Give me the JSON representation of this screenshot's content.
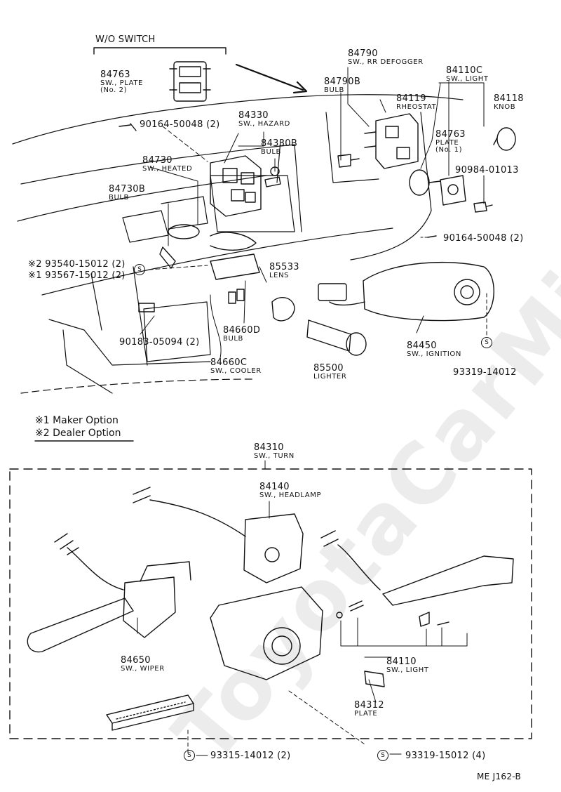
{
  "header": {
    "wo_switch": "W/O SWITCH"
  },
  "parts": {
    "p84763a": {
      "num": "84763",
      "name": "SW., PLATE",
      "note": "(No. 2)"
    },
    "p84790": {
      "num": "84790",
      "name": "SW., RR DEFOGGER"
    },
    "p84790B": {
      "num": "84790B",
      "name": "BULB"
    },
    "p84110C": {
      "num": "84110C",
      "name": "SW., LIGHT"
    },
    "p84119": {
      "num": "84119",
      "name": "RHEOSTAT"
    },
    "p84118": {
      "num": "84118",
      "name": "KNOB"
    },
    "p84763b": {
      "num": "84763",
      "name": "PLATE",
      "note": "(No. 1)"
    },
    "p90984": {
      "num": "90984-01013"
    },
    "p90164a": {
      "num": "90164-50048 (2)"
    },
    "p90164b": {
      "num": "90164-50048 (2)"
    },
    "p84330": {
      "num": "84330",
      "name": "SW., HAZARD"
    },
    "p84330B": {
      "num": "84330B",
      "name": "BULB"
    },
    "p84730": {
      "num": "84730",
      "name": "SW., HEATED"
    },
    "p84730B": {
      "num": "84730B",
      "name": "BULB"
    },
    "p93540": {
      "num": "※2 93540-15012 (2)"
    },
    "p93567": {
      "num": "※1 93567-15012 (2)"
    },
    "p85533": {
      "num": "85533",
      "name": "LENS"
    },
    "p90183": {
      "num": "90183-05094 (2)"
    },
    "p84660D": {
      "num": "84660D",
      "name": "BULB"
    },
    "p84660C": {
      "num": "84660C",
      "name": "SW., COOLER"
    },
    "p85500": {
      "num": "85500",
      "name": "LIGHTER"
    },
    "p84450": {
      "num": "84450",
      "name": "SW., IGNITION"
    },
    "p93319a": {
      "num": "93319-14012"
    },
    "p84310": {
      "num": "84310",
      "name": "SW., TURN"
    },
    "p84140": {
      "num": "84140",
      "name": "SW., HEADLAMP"
    },
    "p84650": {
      "num": "84650",
      "name": "SW., WIPER"
    },
    "p84110": {
      "num": "84110",
      "name": "SW., LIGHT"
    },
    "p84312": {
      "num": "84312",
      "name": "PLATE"
    },
    "p93315": {
      "num": "93315-14012 (2)"
    },
    "p93319b": {
      "num": "93319-15012 (4)"
    }
  },
  "notes": {
    "opt1": "※1 Maker Option",
    "opt2": "※2 Dealer Option"
  },
  "footer": {
    "code": "ME  J162-B"
  },
  "watermark": "ToyotaCarMini.ru",
  "symbol": "S"
}
